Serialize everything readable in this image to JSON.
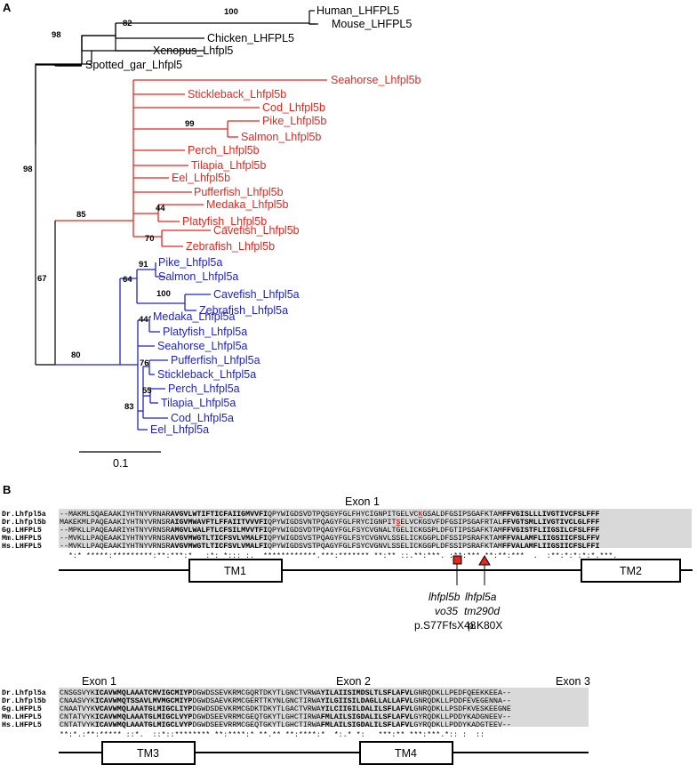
{
  "panel_a": {
    "label": "A",
    "scale_bar": "0.1",
    "tips": {
      "human": "Human_LHFPL5",
      "mouse": "Mouse_LHFPL5",
      "chicken": "Chicken_LHFPL5",
      "xenopus": "Xenopus_Lhfpl5",
      "gar": "Spotted_gar_Lhfpl5",
      "seahorse_b": "Seahorse_Lhfpl5b",
      "stickleback_b": "Stickleback_Lhfpl5b",
      "cod_b": "Cod_Lhfpl5b",
      "pike_b": "Pike_Lhfpl5b",
      "salmon_b": "Salmon_Lhfpl5b",
      "perch_b": "Perch_Lhfpl5b",
      "tilapia_b": "Tilapia_Lhfpl5b",
      "eel_b": "Eel_Lhfpl5b",
      "pufferfish_b": "Pufferfish_Lhfpl5b",
      "medaka_b": "Medaka_Lhfpl5b",
      "platyfish_b": "Platyfish_Lhfpl5b",
      "cavefish_b": "Cavefish_Lhfpl5b",
      "zebrafish_b": "Zebrafish_Lhfpl5b",
      "pike_a": "Pike_Lhfpl5a",
      "salmon_a": "Salmon_Lhfpl5a",
      "cavefish_a": "Cavefish_Lhfpl5a",
      "zebrafish_a": "Zebrafish_Lhfpl5a",
      "medaka_a": "Medaka_Lhfpl5a",
      "platyfish_a": "Platyfish_Lhfpl5a",
      "seahorse_a": "Seahorse_Lhfpl5a",
      "pufferfish_a": "Pufferfish_Lhfpl5a",
      "stickleback_a": "Stickleback_Lhfpl5a",
      "perch_a": "Perch_Lhfpl5a",
      "tilapia_a": "Tilapia_Lhfpl5a",
      "cod_a": "Cod_Lhfpl5a",
      "eel_a": "Eel_Lhfpl5a"
    },
    "bootstraps": {
      "human_mouse": "100",
      "tetrapod": "82",
      "sarco": "98",
      "root": "98",
      "pike_salmon_b": "99",
      "lhfpl5b_clade": "85",
      "medaka_platy_b": "44",
      "cave_zebra_b": "70",
      "lhfpl5_teleost": "67",
      "pike_salmon_a": "91",
      "ostario_salmo_a": "64",
      "cave_zebra_a": "100",
      "lhfpl5a_clade": "80",
      "medaka_platy_a": "44",
      "puffer_stickle_a": "76",
      "perch_tilapia_a": "55",
      "acanth_a": "83"
    },
    "colors": {
      "outgroup": "#000000",
      "lhfpl5b": "#e8251c",
      "lhfpl5a": "#1f23c9"
    }
  },
  "panel_b": {
    "label": "B",
    "block1": {
      "exon_label": "Exon 1",
      "rows": [
        {
          "name": "Dr.Lhfpl5a",
          "s1": "--MAKMLSQAEAAKIYHTNYVRNAR",
          "s2": "AVGVLWTIFTICFAIIGMVVFI",
          "s3": "QPYWIGDSVDTPQSGYFGLFHYCIGNPITGELVC",
          "s4": "K",
          "s5": "GSALDFGSIPSGAFKTAM",
          "s6": "FFVGISLLLIVGTIVCFSLFFF"
        },
        {
          "name": "Dr.Lhfpl5b",
          "s1": "MAKEKMLPAQEAAKIYHTNYVRNSR",
          "s2": "AIGVMWAVFTLFFAIITVVVFI",
          "s3": "QPYWIGDSVNTPQAGYFGLFRYCIGNPIT",
          "s4": "S",
          "s5": "ELVCKGSVFDFGSIPSGAFRTAL",
          "s6": "FFVGTSMLLIVGTIVCLGLFFF"
        },
        {
          "name": "Gg.LHFPL5",
          "s1": "--MPKLLPAQEAARIYHTNYVRNSR",
          "s2": "AMGVLWALFTLCFSILMVVTFI",
          "s3": "QPYWIGDSVDTPQAGYFGLFSYCVGNALTGELICKGSPLDFGTIPSSAFKTAM",
          "s4": "",
          "s5": "",
          "s6": "FFVGISTFLIIGSILCFSLFFF"
        },
        {
          "name": "Mm.LHFPL5",
          "s1": "--MVKLLPAQEAAKIYHTNYVRNSR",
          "s2": "AVGVMWGTLTICFSVLVMALFI",
          "s3": "QPYWIGDSVSTPQAGYFGLFSYCVGNVLSSELICKGGPLDFSSIPSRAFKTAM",
          "s4": "",
          "s5": "",
          "s6": "FFVALAMFLIIGSIICFSLFFV"
        },
        {
          "name": "Hs.LHFPL5",
          "s1": "--MVKLLPAQEAAKIYHTNYVRNSR",
          "s2": "AVGVMWGTLTICFSVLVMALFI",
          "s3": "QPYWIGDSVSTPQAGYFGLFSYCVGNVLSSELICKGGPLDFSSIPSRAFKTAM",
          "s4": "",
          "s5": "",
          "s6": "FFVALAMFLIIGSIICFSLFFI"
        }
      ],
      "consensus": "  *:* *****:*********:**:***:*   :*: *::: :.  ************.***:******* **:** ::.**:***. :**:*** **:**:***  .  :**:*:*:*:*.***.",
      "tm1": "TM1",
      "tm2": "TM2",
      "mutations": [
        {
          "gene": "lhfpl5b",
          "allele": "vo35",
          "protein": "p.S77FfsX48"
        },
        {
          "gene": "lhfpl5a",
          "allele": "tm290d",
          "protein": "p.K80X"
        }
      ]
    },
    "block2": {
      "exon1_label": "Exon 1",
      "exon2_label": "Exon 2",
      "exon3_label": "Exon 3",
      "rows": [
        {
          "name": "Dr.Lhfpl5a",
          "s1": "CNSGSVYK",
          "s2": "ICAVWMQLAAATCMVIGCMIYP",
          "s3": "DGWDSSEVKRMCGQRTDKYTLGNCTVRWA",
          "s4": "YILAIISIMDSLTLSFLAFVL",
          "s5": "GNRQDKLLPEDFQEEKKEEA--"
        },
        {
          "name": "Dr.Lhfpl5b",
          "s1": "CNAASVYK",
          "s2": "ICAVWMQTSSAVLMVMGCMIYP",
          "s3": "DGWDSAEVKRMCGERTTKYNLGNCTIRWA",
          "s4": "YILGIISILDAGLLALLAFVL",
          "s5": "GNRQDKLLPDDFEVEGENNA--"
        },
        {
          "name": "Gg.LHFPL5",
          "s1": "CNAATVYK",
          "s2": "VCAVWMQLAAATGLMIGCLIYP",
          "s3": "DGWDSDEVKRMCGDKTDKYTLGACTVRWA",
          "s4": "YILCIIGILDALILSFLAFVL",
          "s5": "GNRQDKLLPSDFKVESKEEGNE"
        },
        {
          "name": "Mm.LHFPL5",
          "s1": "CNTATVYK",
          "s2": "ICAVWMQLAAATGLMIGCLVYP",
          "s3": "DGWDSEEVRRMCGEQTGKYTLGHCTIRWA",
          "s4": "FMLAILSIGDALILSFLAFVL",
          "s5": "GYRQDKLLPDDYKADGNEEV--"
        },
        {
          "name": "Hs.LHFPL5",
          "s1": "CNTATVYK",
          "s2": "ICAVWMQLAAATGLMIGCLVYP",
          "s3": "DGWDSEEVRRMCGEQTGKYTLGHCTIRWA",
          "s4": "FMLAILSIGDALILSFLAFVL",
          "s5": "GYRQDKLLPDDYKADGTEEV--"
        }
      ],
      "consensus": "**:*.:**:***** ::*.  ::*::******** **:****:* **.** **:****:*  *:.* *:   ***:** ***:***.*:: :  ::",
      "tm3": "TM3",
      "tm4": "TM4"
    }
  }
}
